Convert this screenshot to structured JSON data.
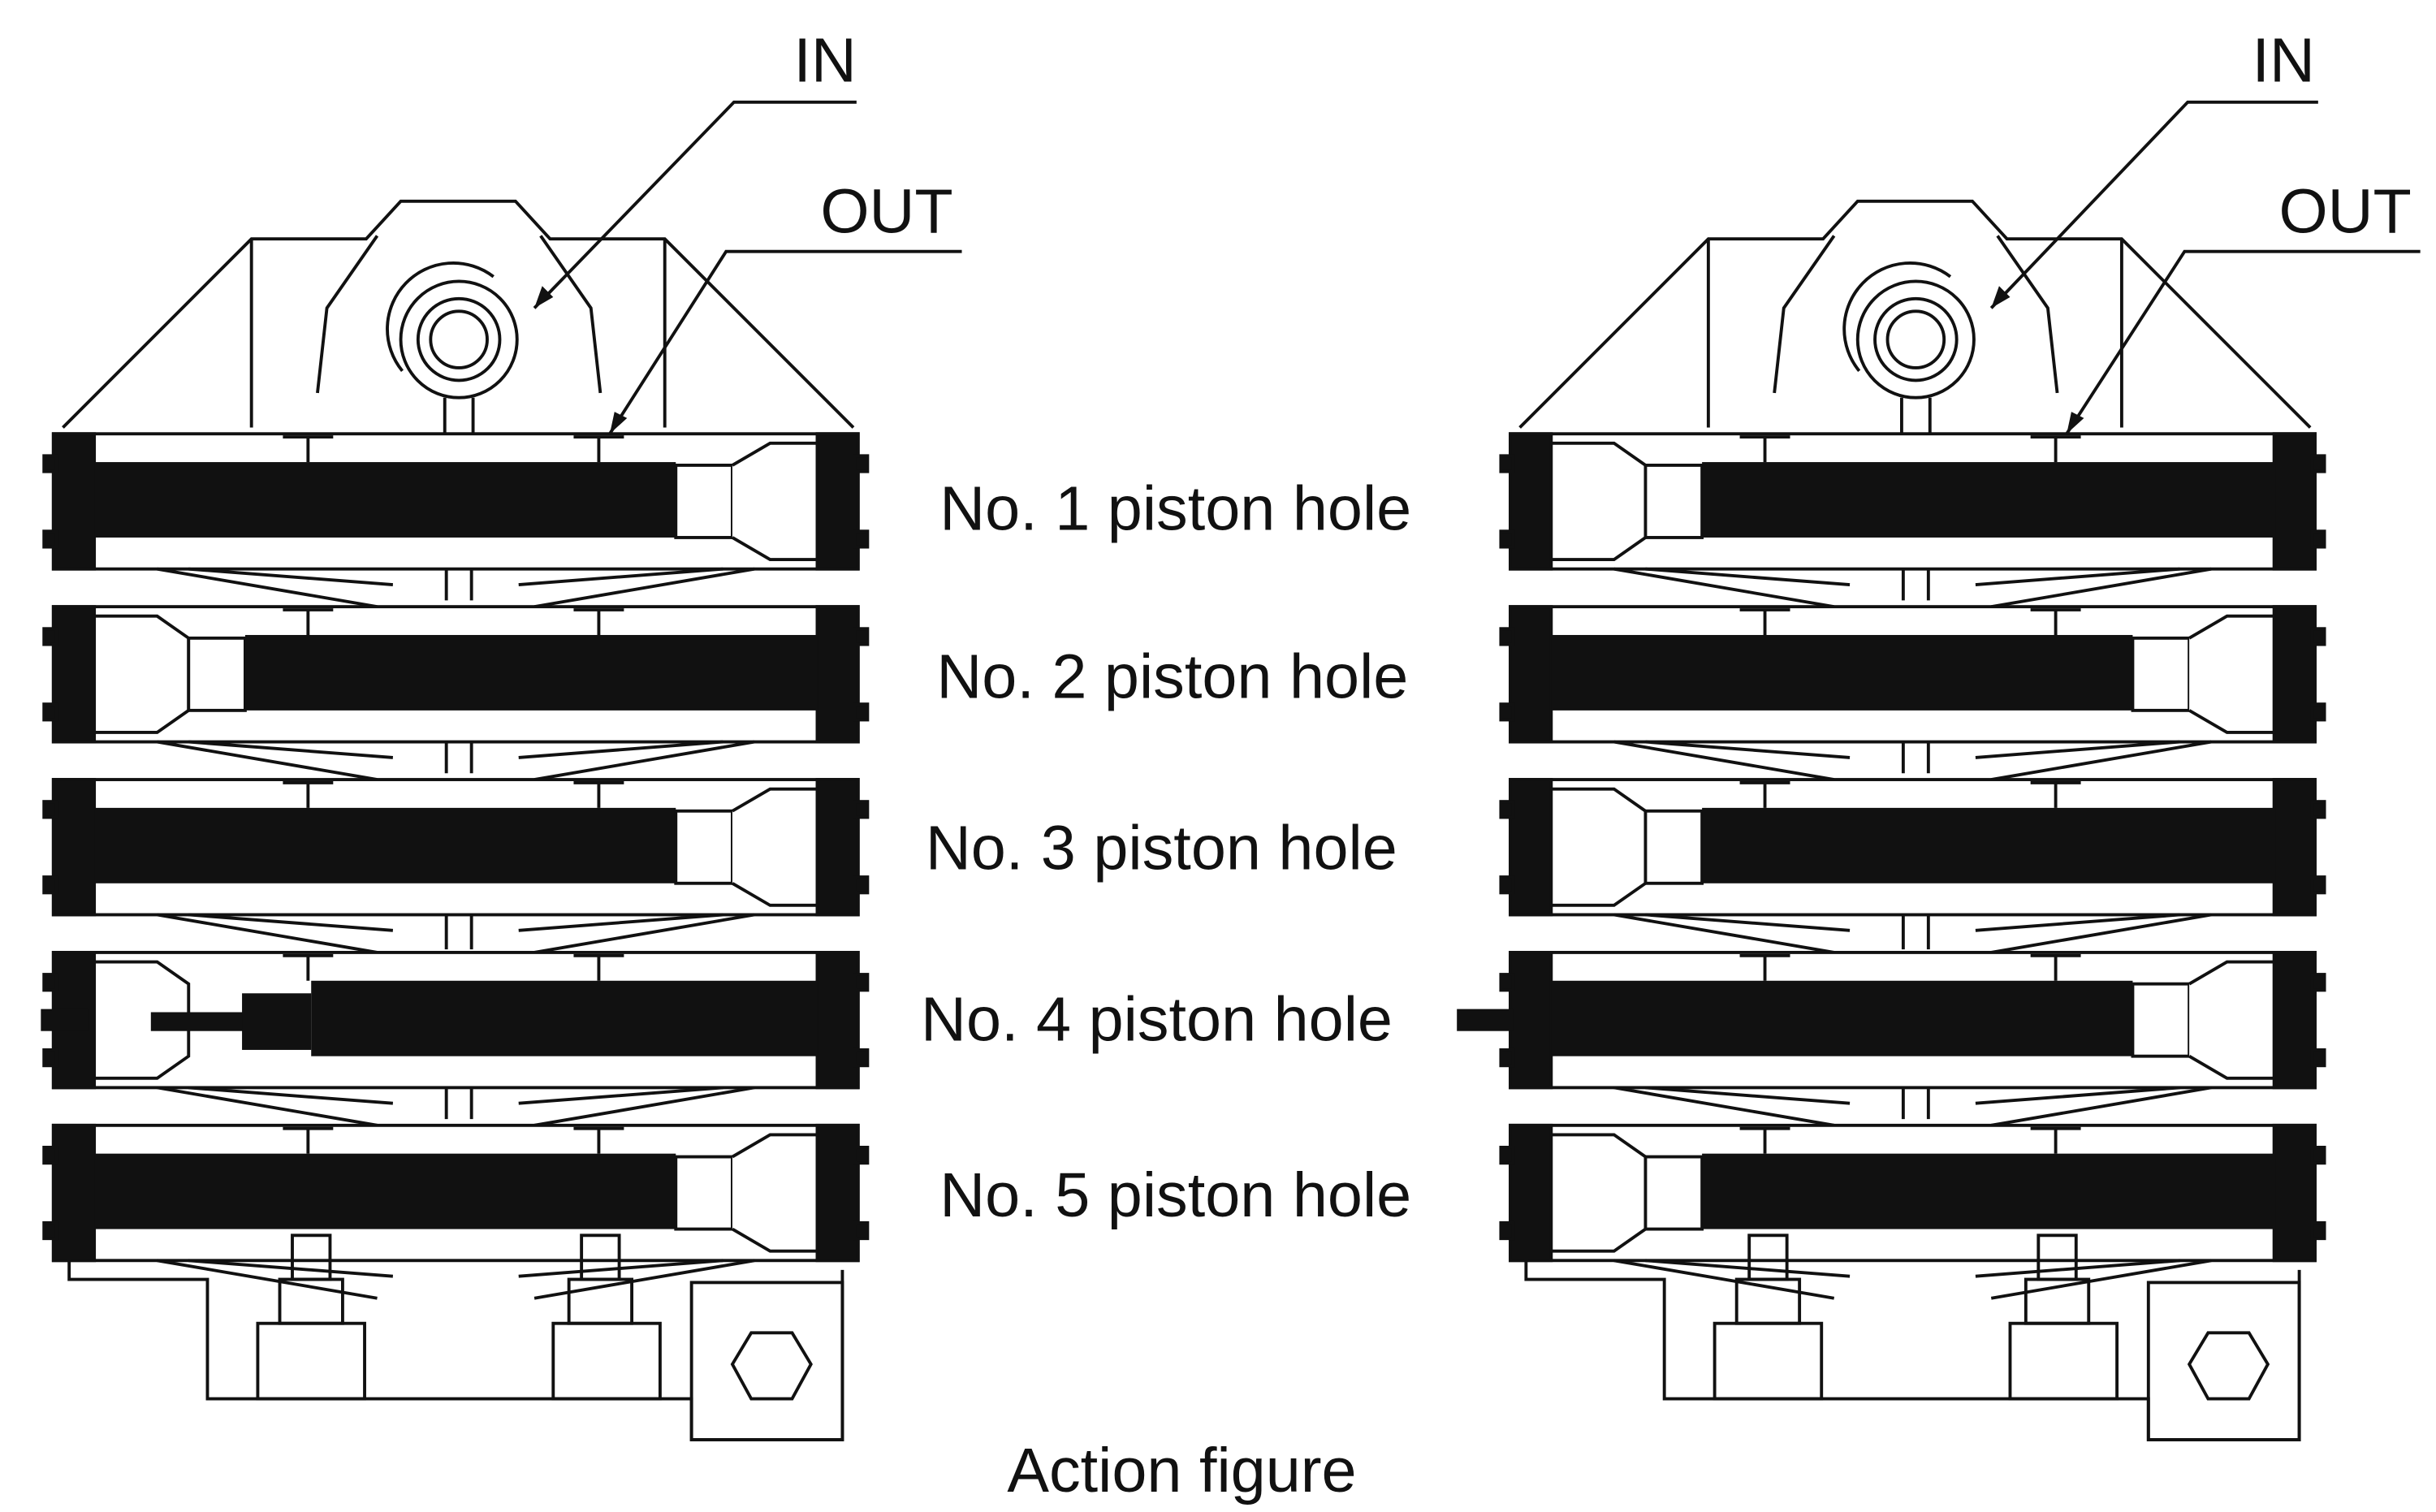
{
  "labels": {
    "in": "IN",
    "out": "OUT",
    "caption": "Action figure"
  },
  "piston_holes": [
    "No. 1 piston hole",
    "No. 2 piston hole",
    "No. 3 piston hole",
    "No. 4 piston hole",
    "No. 5 piston hole"
  ],
  "colors": {
    "ink": "#111111",
    "background": "#ffffff"
  }
}
